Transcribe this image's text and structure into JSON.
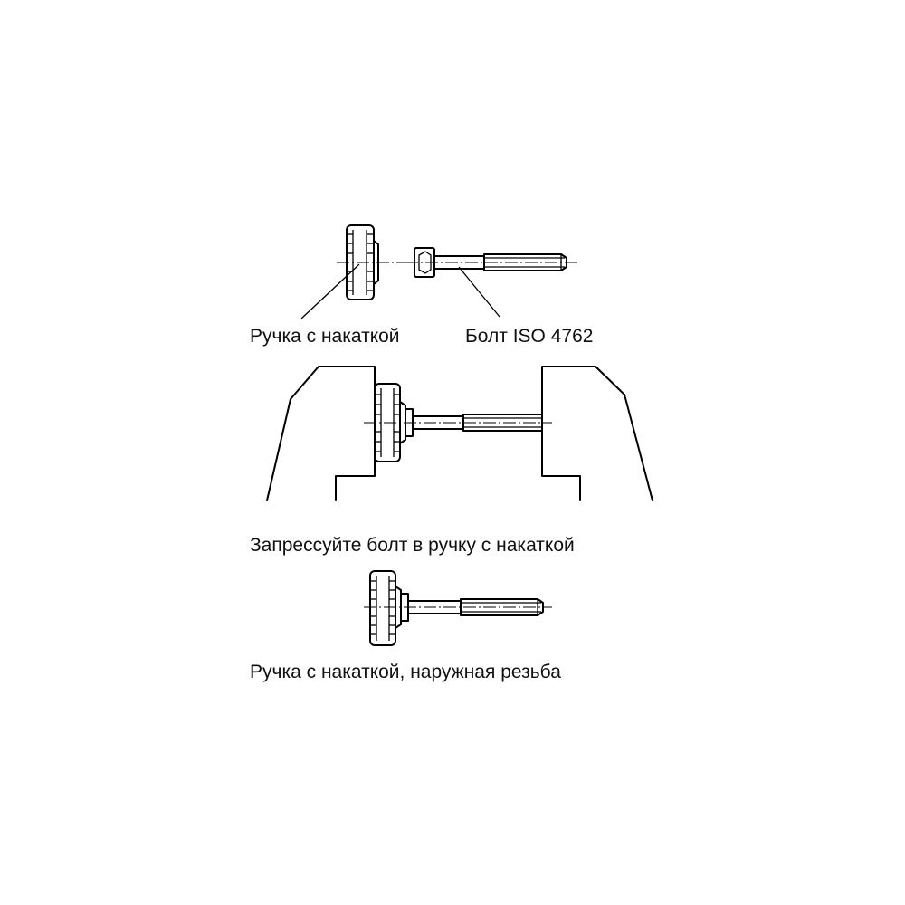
{
  "labels": {
    "knob": "Ручка с накаткой",
    "bolt": "Болт ISO 4762",
    "press_instruction": "Запрессуйте болт в ручку с накаткой",
    "result": "Ручка с накаткой, наружная резьба"
  },
  "colors": {
    "line": "#000000",
    "text": "#111111",
    "background": "#ffffff"
  }
}
